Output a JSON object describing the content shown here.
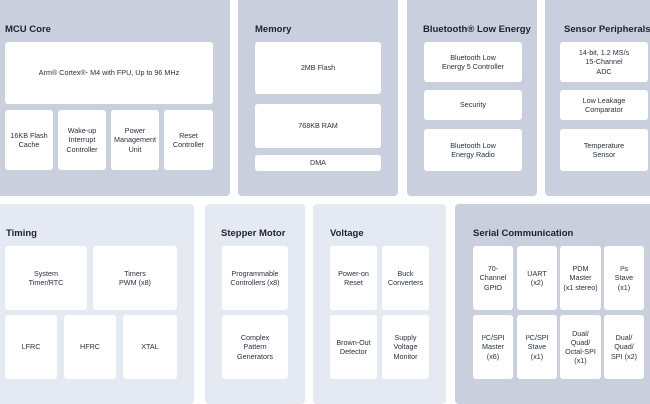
{
  "sections": {
    "mcu": {
      "title": "MCU Core",
      "core_label": "Arm® Cortex®- M4 with FPU, Up to 96 MHz",
      "blocks": [
        "16KB Flash\nCache",
        "Wake-up\nInterrupt\nController",
        "Power\nManagement\nUnit",
        "Reset\nController"
      ]
    },
    "memory": {
      "title": "Memory",
      "blocks": [
        "2MB Flash",
        "768KB RAM",
        "DMA"
      ]
    },
    "ble": {
      "title": "Bluetooth® Low Energy",
      "blocks": [
        "Bluetooth Low\nEnergy 5 Controller",
        "Security",
        "Bluetooth Low\nEnergy Radio"
      ]
    },
    "sensor": {
      "title": "Sensor Peripherals",
      "blocks": [
        "14-bit, 1.2 MS/s\n15-Channel\nADC",
        "Low Leakage\nComparator",
        "Temperature\nSensor"
      ]
    },
    "timing": {
      "title": "Timing",
      "blocks": [
        "System\nTimer/RTC",
        "Timers\nPWM (x8)",
        "LFRC",
        "HFRC",
        "XTAL"
      ]
    },
    "stepper": {
      "title": "Stepper Motor",
      "blocks": [
        "Programmable\nControllers (x8)",
        "Complex\nPattern\nGenerators"
      ]
    },
    "voltage": {
      "title": "Voltage",
      "blocks": [
        "Power-on\nReset",
        "Buck\nConverters",
        "Brown-Out\nDetector",
        "Supply\nVoltage\nMonitor"
      ]
    },
    "serial": {
      "title": "Serial Communication",
      "blocks": [
        "70-\nChannel\nGPtO",
        "UART\n(x2)",
        "PDM\nMaster\n(x1 stereo)",
        "I²s\nStave\n(x1)",
        "I²C/SPI\nMaster\n(x6)",
        "I²C/SPI\nStave\n(x1)",
        "Dual/\nQuad/\nOctal-SPI\n(x1)",
        "Dual/\nQuad/\nSPI (x2)"
      ]
    }
  },
  "colors": {
    "dark_panel": "#c9cfdc",
    "light_panel": "#e5e9f1",
    "block": "#ffffff",
    "text": "#1d2230"
  }
}
